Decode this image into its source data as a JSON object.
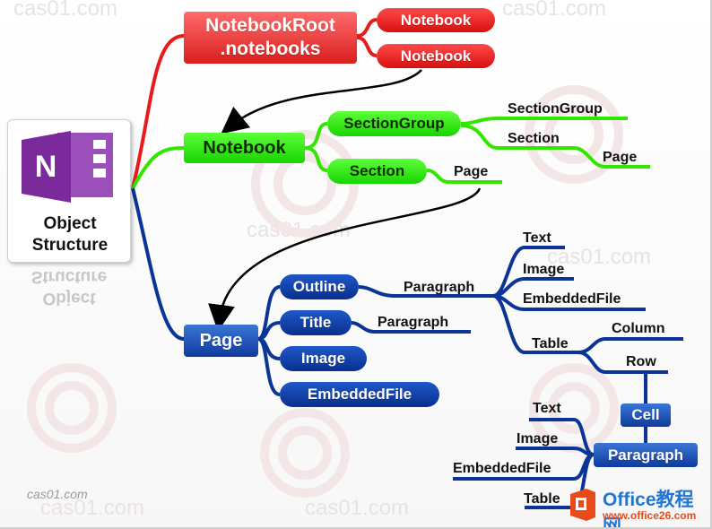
{
  "watermarks": [
    "cas01.com",
    "cas01.com",
    "cas01.com",
    "cas01.com",
    "cas01.com",
    "cas01.com"
  ],
  "root": {
    "title": "Object Structure",
    "icon": "onenote-logo-icon"
  },
  "notebook_root": {
    "label": "NotebookRoot .notebooks",
    "children": [
      "Notebook",
      "Notebook"
    ]
  },
  "notebook": {
    "label": "Notebook",
    "section_group": {
      "label": "SectionGroup",
      "children": [
        "SectionGroup",
        "Section"
      ],
      "grandchild": "Page"
    },
    "section": {
      "label": "Section",
      "child": "Page"
    }
  },
  "page": {
    "label": "Page",
    "outline": {
      "label": "Outline",
      "paragraph": "Paragraph",
      "items": [
        "Text",
        "Image",
        "EmbeddedFile",
        "Table"
      ]
    },
    "table": {
      "children": [
        "Column",
        "Row"
      ]
    },
    "cell": "Cell",
    "cell_paragraph": {
      "label": "Paragraph",
      "items": [
        "Text",
        "Image",
        "EmbeddedFile",
        "Table"
      ]
    },
    "title": {
      "label": "Title",
      "paragraph": "Paragraph"
    },
    "image": "Image",
    "embedded_file": "EmbeddedFile"
  },
  "footer": {
    "site": "cas01.com"
  },
  "brand": {
    "name": "Office教程网",
    "url": "www.office26.com"
  },
  "colors": {
    "red": "#e61c1c",
    "green": "#33e600",
    "blue": "#0a3596",
    "onenote": "#7a2a9a"
  }
}
